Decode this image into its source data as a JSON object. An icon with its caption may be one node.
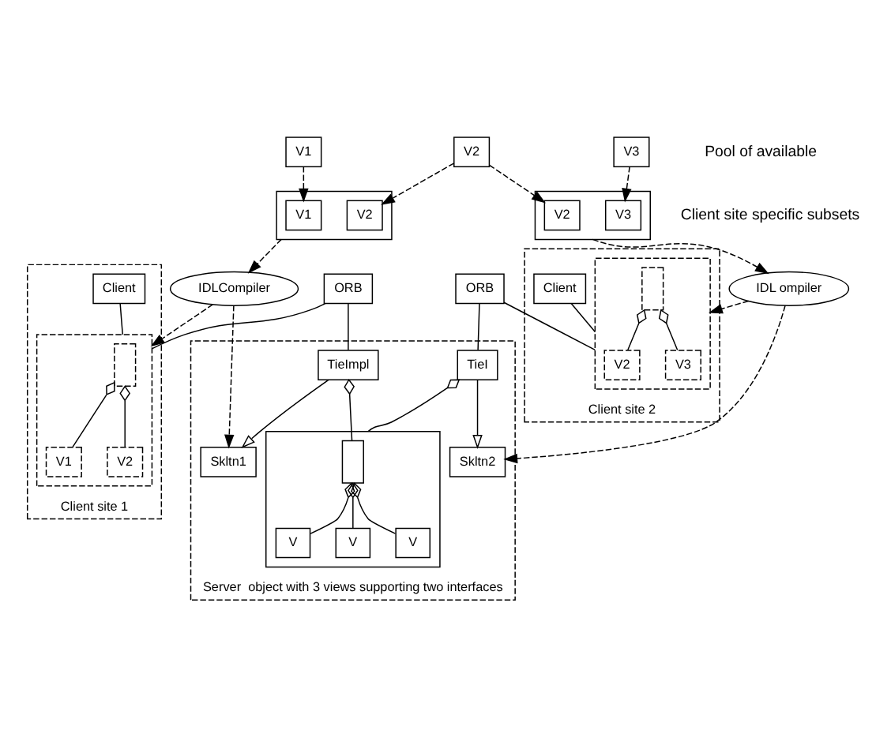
{
  "diagram": {
    "nodes": [
      {
        "text": [
          "V1"
        ]
      },
      {
        "text": [
          "V2"
        ]
      },
      {
        "text": [
          "V3"
        ]
      },
      {
        "text": [],
        "shape": "box"
      },
      {
        "text": [
          "V1"
        ],
        "in": 3
      },
      {
        "text": [
          "V2"
        ],
        "in": 3
      },
      {
        "text": [],
        "shape": "box"
      },
      {
        "text": [
          "V2"
        ],
        "in": 6
      },
      {
        "text": [
          "V3"
        ],
        "in": 6
      },
      {
        "text": [
          "ORB"
        ]
      },
      {
        "text": [
          "IDLCompiler"
        ]
      },
      {
        "text": [
          "IDL ompiler"
        ]
      },
      {
        "text": [
          "ORB"
        ]
      },
      {
        "text": [
          "Client site 1"
        ]
      },
      {
        "text": [
          "Client"
        ],
        "in": 13
      },
      {
        "text": [],
        "shape": "box",
        "in": 13
      },
      {
        "text": [],
        "shape": "box",
        "in": 15
      },
      {
        "text": [
          "V1"
        ],
        "in": 15
      },
      {
        "text": [
          "V2"
        ],
        "in": 15
      },
      {
        "text": [
          "Server  object with 3 views supporting two interfaces"
        ]
      },
      {
        "text": [
          "Skltn1"
        ],
        "in": 19
      },
      {
        "text": [
          "Skltn2"
        ],
        "in": 19
      },
      {
        "text": [
          "TieImpl"
        ],
        "in": 19
      },
      {
        "text": [
          "TieI"
        ],
        "in": 19
      },
      {
        "text": [],
        "shape": "box",
        "in": 19
      },
      {
        "text": [],
        "shape": "box",
        "in": 24
      },
      {
        "text": [
          "V"
        ],
        "in": 24
      },
      {
        "text": [
          "V"
        ],
        "in": 24
      },
      {
        "text": [
          "V"
        ],
        "in": 24
      },
      {
        "text": [
          "Client site 2"
        ]
      },
      {
        "text": [],
        "shape": "box",
        "in": 29
      },
      {
        "text": [
          "V2"
        ],
        "in": 30
      },
      {
        "text": [
          "V3"
        ],
        "in": 30
      },
      {
        "text": [],
        "shape": "box",
        "in": 30
      },
      {
        "text": [
          "Client"
        ],
        "in": 29
      }
    ],
    "edges": [
      {
        "from": 0,
        "to": 4,
        "arrow": "to",
        "style": "dashed"
      },
      {
        "from": 1,
        "to": 5,
        "arrow": "to",
        "style": "dashed"
      },
      {
        "from": 1,
        "to": 7,
        "arrow": "to",
        "style": "dashed"
      },
      {
        "from": 2,
        "to": 8,
        "arrow": "to",
        "style": "dashed"
      },
      {
        "from": 3,
        "to": 10,
        "arrow": "to",
        "style": "dashed"
      },
      {
        "from": 6,
        "to": 11,
        "arrow": "to",
        "style": "dashed"
      },
      {
        "from": 10,
        "to": 15,
        "arrow": "to",
        "style": "dashed"
      },
      {
        "from": 10,
        "to": 20,
        "arrow": "to",
        "style": "dashed"
      },
      {
        "from": 11,
        "to": 21,
        "arrow": "to",
        "style": "dashed"
      },
      {
        "from": 11,
        "to": 30,
        "arrow": "to",
        "style": "dashed"
      },
      {
        "from": 9,
        "to": 15,
        "arrow": "none"
      },
      {
        "from": 9,
        "to": 22,
        "arrow": "none"
      },
      {
        "from": 12,
        "to": 23,
        "arrow": "none"
      },
      {
        "from": 12,
        "to": 30,
        "arrow": "none"
      },
      {
        "from": 22,
        "to": 20,
        "arrow": "to"
      },
      {
        "from": 23,
        "to": 21,
        "arrow": "to"
      },
      {
        "from": 14,
        "to": 15,
        "arrow": "none"
      },
      {
        "from": 16,
        "to": 17,
        "arrow": "other"
      },
      {
        "from": 16,
        "to": 18,
        "arrow": "other"
      },
      {
        "from": 22,
        "to": 25,
        "arrow": "other"
      },
      {
        "from": 25,
        "to": 26,
        "arrow": "other"
      },
      {
        "from": 25,
        "to": 27,
        "arrow": "other"
      },
      {
        "from": 25,
        "to": 28,
        "arrow": "other"
      },
      {
        "from": 23,
        "to": 24,
        "arrow": "other"
      },
      {
        "from": 33,
        "to": 31,
        "arrow": "other"
      },
      {
        "from": 33,
        "to": 32,
        "arrow": "other"
      },
      {
        "from": 34,
        "to": 30,
        "arrow": "none"
      }
    ],
    "labels": [
      "Pool of available",
      "Client site specific subsets"
    ]
  }
}
